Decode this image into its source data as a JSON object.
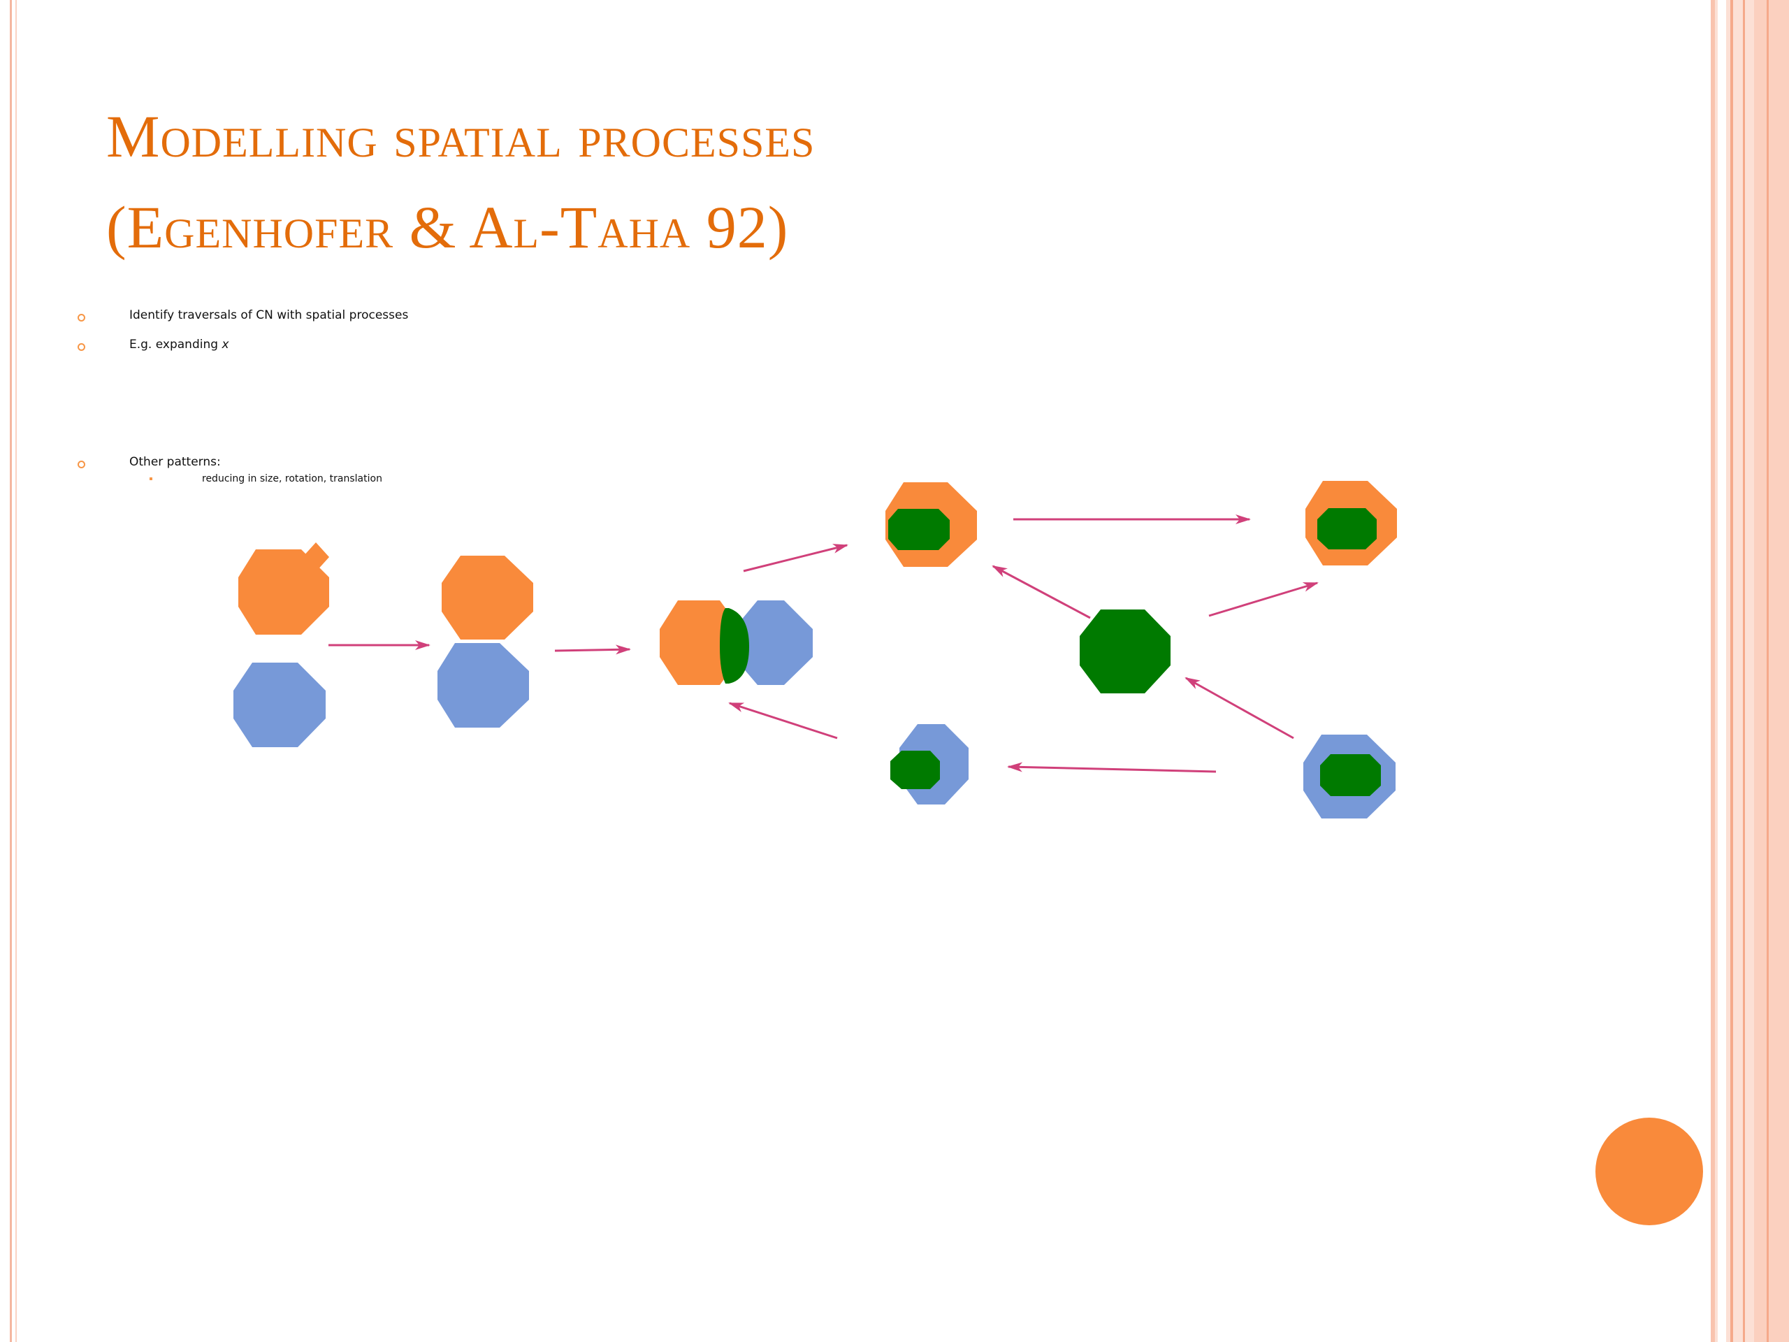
{
  "slide": {
    "title_line1": "Modelling  spatial processes",
    "title_line2": "(Egenhofer & Al-Taha 92)",
    "bullets": [
      {
        "prefix": "Identify traversals of CN with spatial processes",
        "italic": ""
      },
      {
        "prefix": "E.g. expanding ",
        "italic": "x"
      },
      {
        "prefix": "Other patterns:",
        "italic": ""
      }
    ],
    "sub_bullets": [
      "reducing in size, rotation, translation"
    ]
  },
  "colors": {
    "title": "#E36C0A",
    "orange": "#F98A3B",
    "blue": "#7799D8",
    "green": "#007A00",
    "arrow": "#D0407A",
    "bullet": "#F79646",
    "border": "#F5A98A"
  }
}
